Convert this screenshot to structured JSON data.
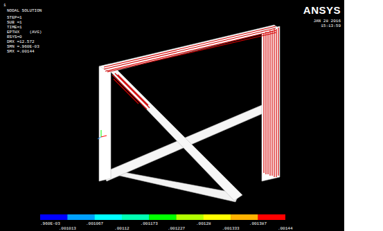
{
  "diagram": {
    "labels": [
      "1",
      "NODAL SOLUTION",
      "STEP=1",
      "SUB =1",
      "TIME=1",
      "EPTHX    (AVG)",
      "RSYS=0",
      "DMX =12.572",
      "SMN =.960E-03",
      "SMX =.00144",
      "ANSYS",
      "JAN 28 2016",
      "15:13:59",
      ".960E-03",
      ".001013",
      ".001067",
      ".00112",
      ".001173",
      ".001227",
      ".00128",
      ".001333",
      ".001387",
      ".00144"
    ]
  }
}
